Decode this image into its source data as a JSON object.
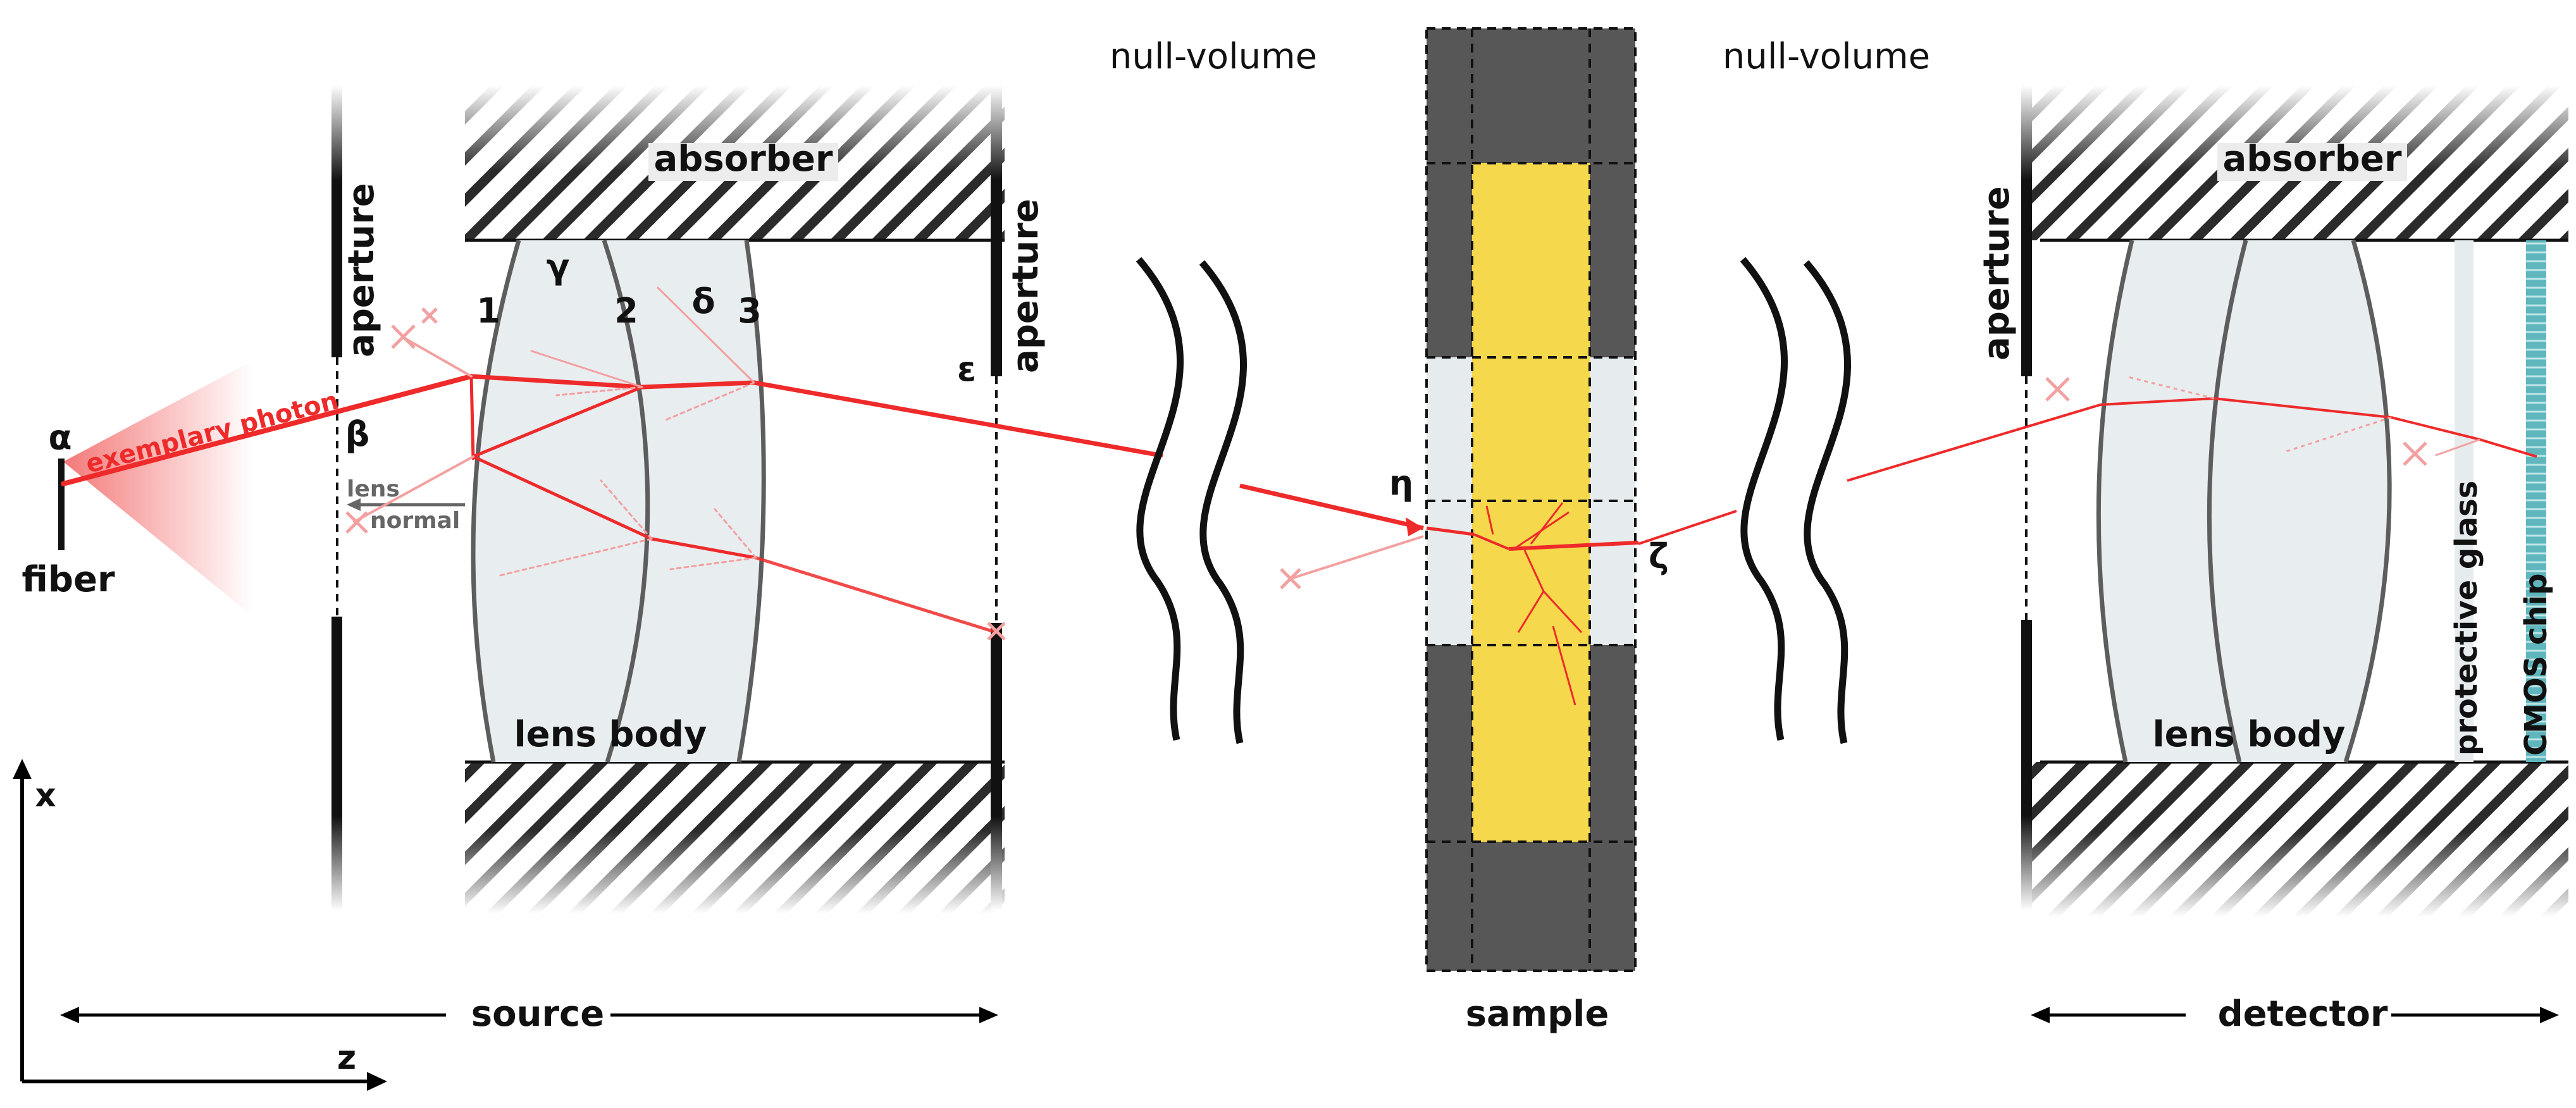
{
  "labels": {
    "null_volume_left": "null-volume",
    "null_volume_right": "null-volume",
    "absorber_left": "absorber",
    "absorber_right": "absorber",
    "aperture_1": "aperture",
    "aperture_2": "aperture",
    "aperture_3": "aperture",
    "lens_body_left": "lens body",
    "lens_body_right": "lens body",
    "exemplary_photon": "exemplary photon",
    "fiber": "fiber",
    "lens_normal_1": "lens",
    "lens_normal_2": "normal",
    "protective_glass": "protective glass",
    "cmos_chip": "CMOS chip",
    "source": "source",
    "sample": "sample",
    "detector": "detector",
    "axis_x": "x",
    "axis_z": "z",
    "surface_1": "1",
    "surface_2": "2",
    "surface_3": "3",
    "greek_alpha": "α",
    "greek_beta": "β",
    "greek_gamma": "γ",
    "greek_delta": "δ",
    "greek_epsilon": "ε",
    "greek_eta": "η",
    "greek_zeta": "ζ"
  },
  "colors": {
    "ray": "#ee2a2a",
    "ray_faint": "#f3a0a0",
    "absorber_dark": "#2b2b2b",
    "lens_fill": "#e8edf0",
    "lens_edge": "#5d5d5d",
    "sample_core": "#f5d84b",
    "sample_housing": "#575757",
    "sample_window": "#e6ebee",
    "cmos": "#5fb6bd"
  }
}
